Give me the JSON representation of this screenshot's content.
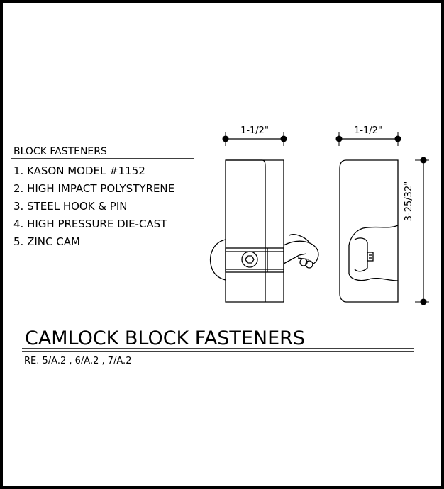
{
  "notes": {
    "heading": "BLOCK FASTENERS",
    "items": [
      "1.  KASON MODEL #1152",
      "2.  HIGH IMPACT POLYSTYRENE",
      "3.  STEEL HOOK & PIN",
      "4.  HIGH PRESSURE DIE-CAST",
      "5.  ZINC CAM"
    ]
  },
  "dimensions": {
    "side_width": "1-1/2\"",
    "front_width": "1-1/2\"",
    "height": "3-25/32\""
  },
  "title": {
    "main": "CAMLOCK BLOCK FASTENERS",
    "reference": "RE. 5/A.2 , 6/A.2 , 7/A.2"
  }
}
